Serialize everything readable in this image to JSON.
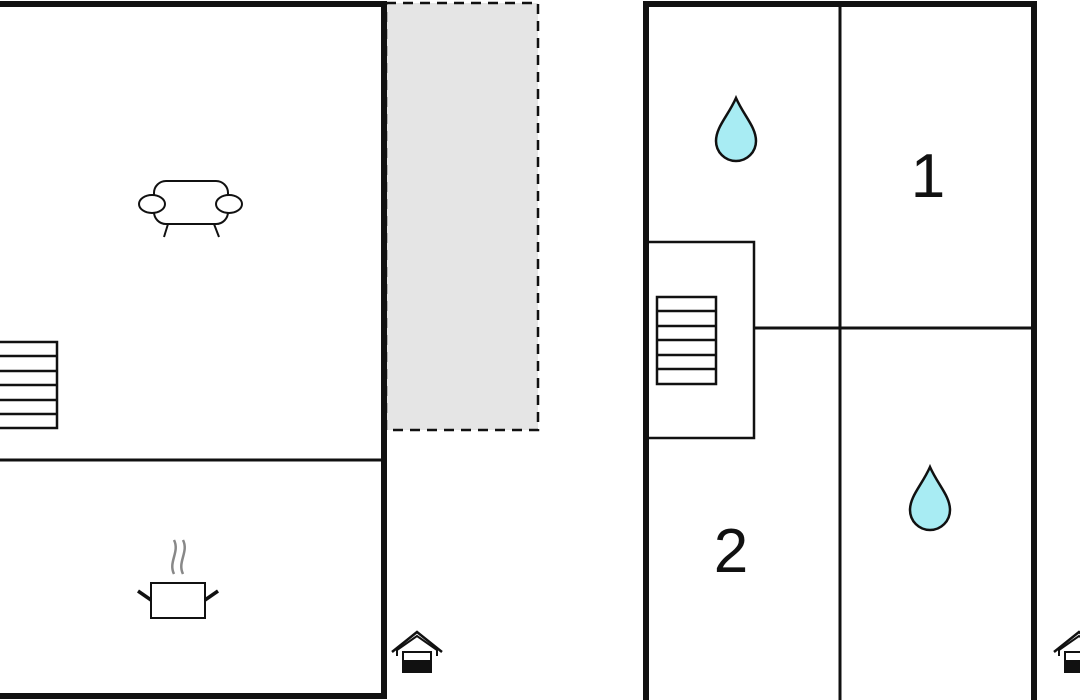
{
  "colors": {
    "wall": "#111111",
    "terrace_fill": "#e5e5e5",
    "water_drop": "#a8ecf3",
    "steam": "#888888",
    "background": "#ffffff"
  },
  "rooms": {
    "bedroom_1": {
      "number": "1"
    },
    "bedroom_2": {
      "number": "2"
    }
  },
  "icons": {
    "living_room": "sofa-icon",
    "kitchen": "cooking-pot-icon",
    "bathroom": "water-drop-icon",
    "stairs": "stairs-icon",
    "entrance": "house-entrance-icon",
    "terrace": "terrace-area"
  }
}
